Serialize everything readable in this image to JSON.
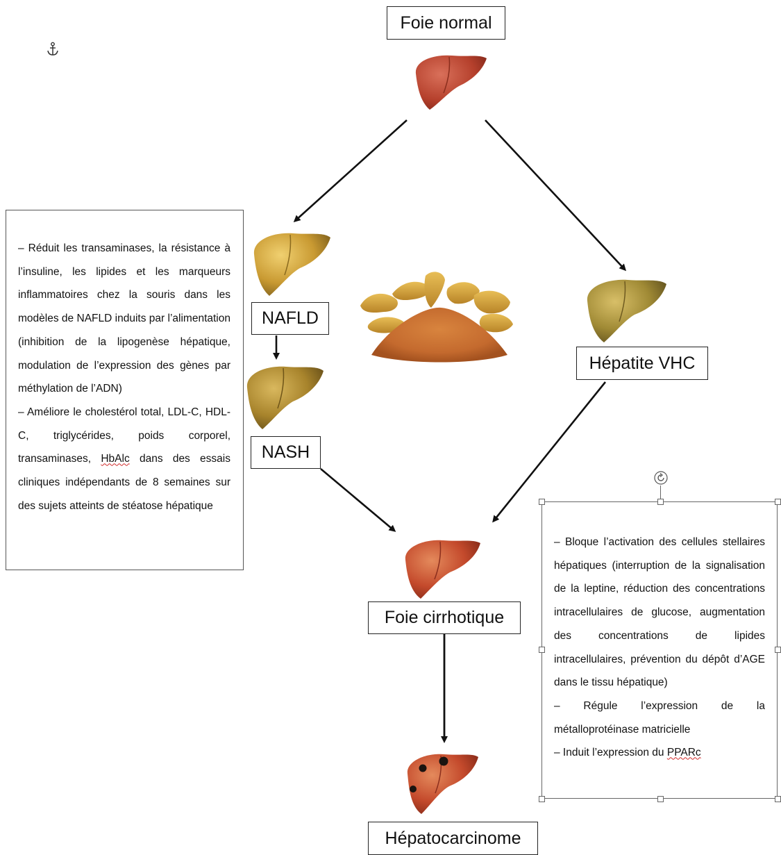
{
  "nodes": {
    "normal": "Foie normal",
    "nafld": "NAFLD",
    "nash": "NASH",
    "hcv": "Hépatite VHC",
    "cirrhosis": "Foie cirrhotique",
    "hcc": "Hépatocarcinome"
  },
  "left_note": {
    "p1": "– Réduit les transaminases, la résistance à l’insuline, les lipides et les marqueurs inflammatoires chez la souris dans les modèles de NAFLD induits par l’alimentation (inhibition de la lipogenèse hépatique, modulation de l’expression des gènes par méthylation de l’ADN)",
    "p2_before": "– Améliore le cholestérol total, LDL-C, HDL-C, triglycérides, poids corporel, transaminases, ",
    "p2_flag": "HbAlc",
    "p2_after": " dans des essais cliniques indépendants de 8 semaines sur des sujets atteints de stéatose hépatique"
  },
  "right_note": {
    "p1": "– Bloque l’activation des cellules stellaires hépatiques (interruption de la signalisation de la leptine, réduction des concentrations intracellulaires de glucose, augmentation des concentrations de lipides intracellulaires, prévention du dépôt d’AGE dans le tissu hépatique)",
    "p2": "– Régule l’expression de la métalloprotéinase matricielle",
    "p3_before": "– Induit l’expression du ",
    "p3_flag": "PPARc"
  },
  "icons": [
    "anchor-icon",
    "rotate-handle-icon"
  ],
  "colors": {
    "healthy_liver": "#b5402c",
    "fatty_liver": "#b8952e",
    "hcv_liver": "#a08a35",
    "cirrhotic_liver": "#c44a2c",
    "tumor_dots": "#1a1410",
    "turmeric_powder": "#c46a2e",
    "turmeric_root": "#d9a53a"
  }
}
